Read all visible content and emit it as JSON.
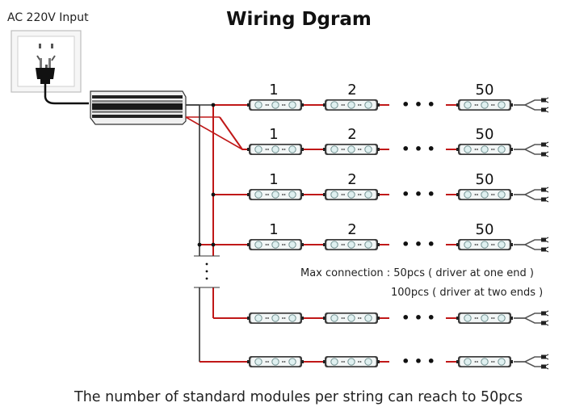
{
  "title": "Wiring Dgram",
  "input_label": "AC 220V Input",
  "module_labels": [
    "1",
    "2",
    "50"
  ],
  "ellipsis": "•  •  •",
  "note_line1": "Max connection : 50pcs ( driver at one end )",
  "note_line2": "100pcs ( driver at two ends )",
  "caption": "The number of standard modules per string can reach to 50pcs",
  "colors": {
    "wire_red": "#c01818",
    "wire_dark": "#333333",
    "module_body": "#3a3a3a",
    "led": "#e8f4f4"
  }
}
